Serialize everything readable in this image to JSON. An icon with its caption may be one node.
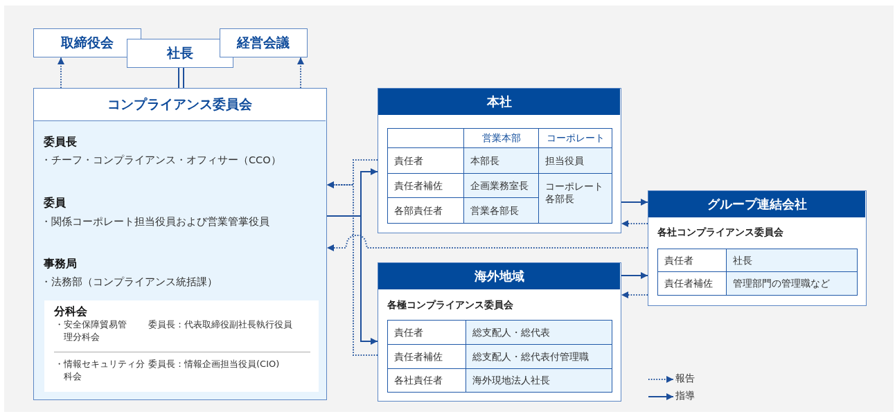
{
  "diagram": {
    "nodes": [
      {
        "text": [
          "取締役会"
        ]
      },
      {
        "text": [
          "社長"
        ]
      },
      {
        "text": [
          "経営会議"
        ]
      },
      {
        "text": [
          "コンプライアンス委員会",
          "委員長",
          "・チーフ・コンプライアンス・オフィサー（CCO）",
          "委員",
          "・関係コーポレート担当役員および営業管掌役員",
          "事務局",
          "・法務部（コンプライアンス統括課）"
        ]
      },
      {
        "text": [
          "分科会",
          "・安全保障貿易管理分科会",
          "委員長：代表取締役副社長執行役員",
          "・情報セキュリティ分科会",
          "委員長：情報企画担当役員(CIO)"
        ],
        "in": 3
      },
      {
        "text": [
          "本社",
          "営業本部",
          "コーポレート",
          "責任者",
          "本部長",
          "担当役員",
          "責任者補佐",
          "企画業務室長",
          "コーポレート各部長",
          "各部責任者",
          "営業各部長"
        ]
      },
      {
        "text": [
          "海外地域",
          "各極コンプライアンス委員会",
          "責任者",
          "総支配人・総代表",
          "責任者補佐",
          "総支配人・総代表付管理職",
          "各社責任者",
          "海外現地法人社長"
        ]
      },
      {
        "text": [
          "グループ連結会社",
          "各社コンプライアンス委員会",
          "責任者",
          "社長",
          "責任者補佐",
          "管理部門の管理職など"
        ]
      }
    ],
    "edges": [
      {
        "from": 3,
        "to": 0,
        "arrow": "to",
        "style": "dashed"
      },
      {
        "from": 3,
        "to": 2,
        "arrow": "to",
        "style": "dashed"
      },
      {
        "from": 1,
        "to": 3,
        "arrow": "none"
      },
      {
        "from": 3,
        "to": 5,
        "arrow": "to"
      },
      {
        "from": 3,
        "to": 6,
        "arrow": "to"
      },
      {
        "from": 5,
        "to": 3,
        "arrow": "to",
        "style": "dashed"
      },
      {
        "from": 6,
        "to": 3,
        "arrow": "to",
        "style": "dashed"
      },
      {
        "from": 7,
        "to": 3,
        "arrow": "to",
        "style": "dashed"
      },
      {
        "from": 5,
        "to": 7,
        "arrow": "to"
      },
      {
        "from": 7,
        "to": 5,
        "arrow": "to",
        "style": "dashed"
      },
      {
        "from": 6,
        "to": 7,
        "arrow": "to"
      },
      {
        "from": 7,
        "to": 6,
        "arrow": "to",
        "style": "dashed"
      }
    ],
    "legend": [
      {
        "text": "報告"
      },
      {
        "text": "指導"
      }
    ]
  }
}
